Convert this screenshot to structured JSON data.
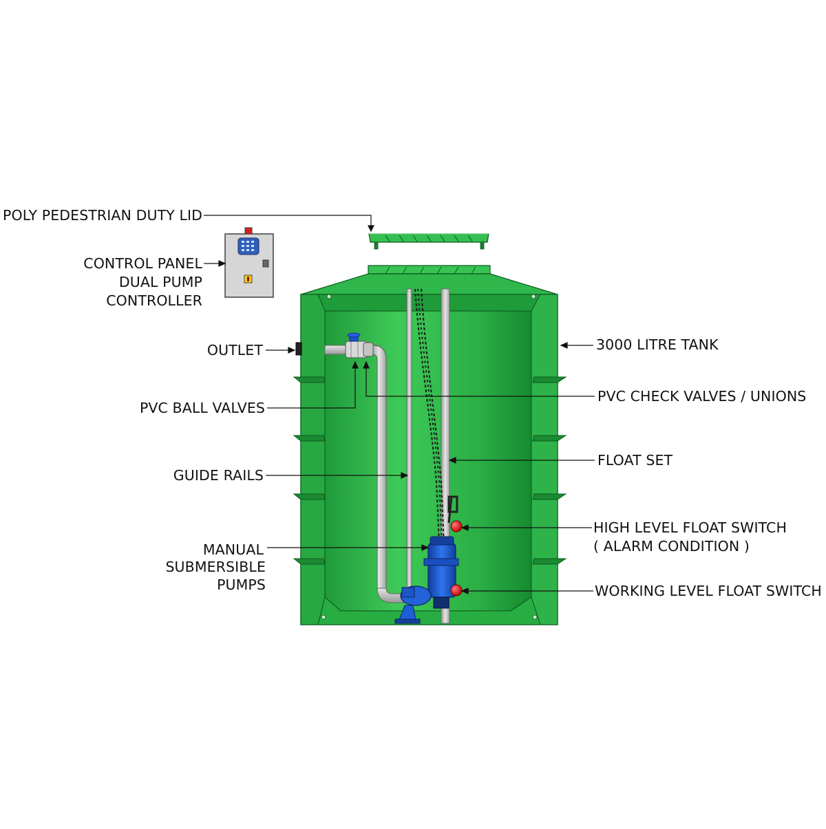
{
  "labels": {
    "lid": "POLY PEDESTRIAN DUTY LID",
    "control_panel": [
      "CONTROL PANEL",
      "DUAL PUMP",
      "CONTROLLER"
    ],
    "outlet": "OUTLET",
    "ball_valves": "PVC BALL VALVES",
    "guide_rails": "GUIDE RAILS",
    "pumps": [
      "MANUAL",
      "SUBMERSIBLE",
      "PUMPS"
    ],
    "tank": "3000 LITRE TANK",
    "check_valves": "PVC CHECK VALVES / UNIONS",
    "float_set": "FLOAT SET",
    "high_float": [
      "HIGH LEVEL FLOAT SWITCH",
      "( ALARM CONDITION )"
    ],
    "working_float": "WORKING LEVEL FLOAT SWITCH"
  },
  "colors": {
    "tank_green": "#2db34a",
    "tank_dark": "#178a30",
    "tank_light": "#4fd064",
    "pump_blue": "#1f5fd6",
    "pipe_grey": "#c8c8c8",
    "float_red": "#e01818",
    "panel_grey": "#d4d4d4"
  }
}
